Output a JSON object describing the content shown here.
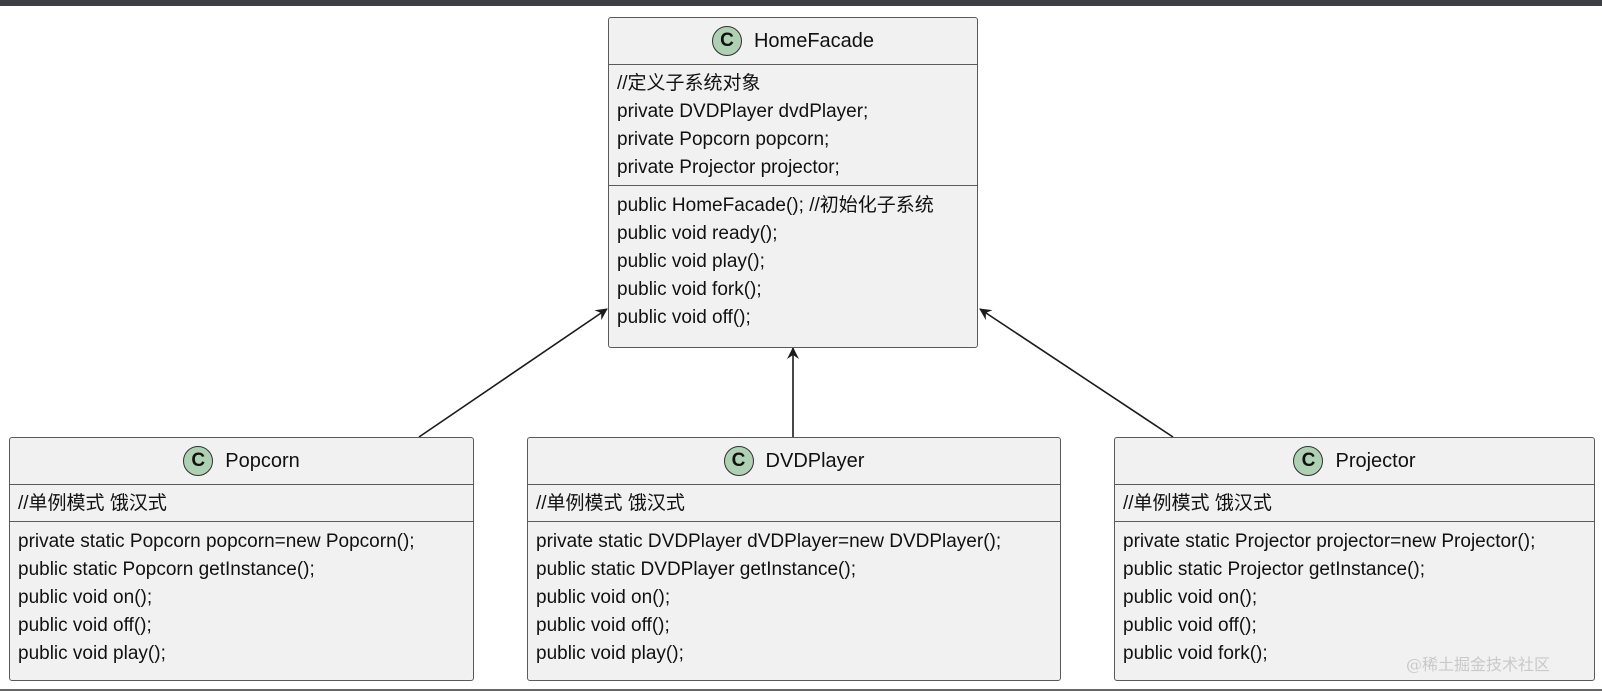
{
  "badge_letter": "C",
  "colors": {
    "badge_fill": "#add1b2",
    "box_fill": "#f1f1f1",
    "border": "#5a5a5a"
  },
  "classes": {
    "home": {
      "name": "HomeFacade",
      "attributes": [
        "//定义子系统对象",
        "private DVDPlayer dvdPlayer;",
        "private Popcorn popcorn;",
        "private Projector projector;"
      ],
      "methods": [
        "public HomeFacade(); //初始化子系统",
        "public void ready();",
        "public void play();",
        "public void fork();",
        "public void off();"
      ]
    },
    "popcorn": {
      "name": "Popcorn",
      "attributes": [
        "//单例模式 饿汉式"
      ],
      "methods": [
        "private static Popcorn popcorn=new Popcorn();",
        "public static Popcorn getInstance();",
        "public void on();",
        "public void off();",
        "public void play();"
      ]
    },
    "dvd": {
      "name": "DVDPlayer",
      "attributes": [
        "//单例模式 饿汉式"
      ],
      "methods": [
        "private static DVDPlayer dVDPlayer=new DVDPlayer();",
        "public static DVDPlayer getInstance();",
        "public void on();",
        "public void off();",
        "public void play();"
      ]
    },
    "projector": {
      "name": "Projector",
      "attributes": [
        "//单例模式 饿汉式"
      ],
      "methods": [
        "private static Projector projector=new Projector();",
        "public static Projector getInstance();",
        "public void on();",
        "public void off();",
        "public void fork();"
      ]
    }
  },
  "watermark": "@稀土掘金技术社区"
}
